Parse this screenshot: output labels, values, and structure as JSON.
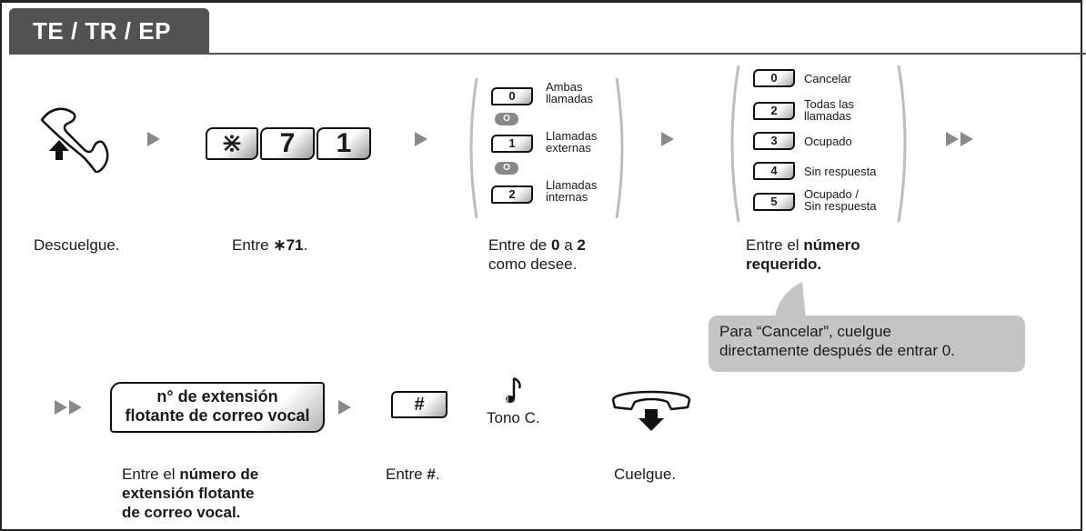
{
  "header": {
    "title": "TE / TR / EP"
  },
  "steps": {
    "offhook": {
      "caption": "Descuelgue."
    },
    "code": {
      "keys": [
        "⋇",
        "7",
        "1"
      ],
      "caption_pre": "Entre ",
      "caption_bold": "∗71",
      "caption_post": "."
    },
    "choice1": {
      "options": [
        {
          "key": "0",
          "label_line1": "Ambas",
          "label_line2": "llamadas"
        },
        {
          "key": "1",
          "label_line1": "Llamadas",
          "label_line2": "externas"
        },
        {
          "key": "2",
          "label_line1": "Llamadas",
          "label_line2": "internas"
        }
      ],
      "separator": "O",
      "caption_line1_pre": "Entre de ",
      "caption_line1_b1": "0",
      "caption_line1_mid": " a ",
      "caption_line1_b2": "2",
      "caption_line2": "como desee."
    },
    "choice2": {
      "options": [
        {
          "key": "0",
          "label_line1": "Cancelar",
          "label_line2": ""
        },
        {
          "key": "2",
          "label_line1": "Todas las",
          "label_line2": "llamadas"
        },
        {
          "key": "3",
          "label_line1": "Ocupado",
          "label_line2": ""
        },
        {
          "key": "4",
          "label_line1": "Sin respuesta",
          "label_line2": ""
        },
        {
          "key": "5",
          "label_line1": "Ocupado /",
          "label_line2": "Sin respuesta"
        }
      ],
      "caption_line1_pre": "Entre el ",
      "caption_line1_bold": "número",
      "caption_line2_bold": "requerido."
    },
    "callout": {
      "line1": "Para “Cancelar”, cuelgue",
      "line2": "directamente después de entrar 0."
    },
    "extension": {
      "box_line1": "n° de extensión",
      "box_line2": "flotante de correo vocal",
      "caption_pre": "Entre el ",
      "caption_b1": "número de",
      "caption_b2": "extensión flotante",
      "caption_b3": "de correo vocal."
    },
    "hash": {
      "key": "#",
      "caption_pre": "Entre ",
      "caption_bold": "#",
      "caption_post": "."
    },
    "tone": {
      "label": "Tono C."
    },
    "onhook": {
      "caption": "Cuelgue."
    }
  }
}
